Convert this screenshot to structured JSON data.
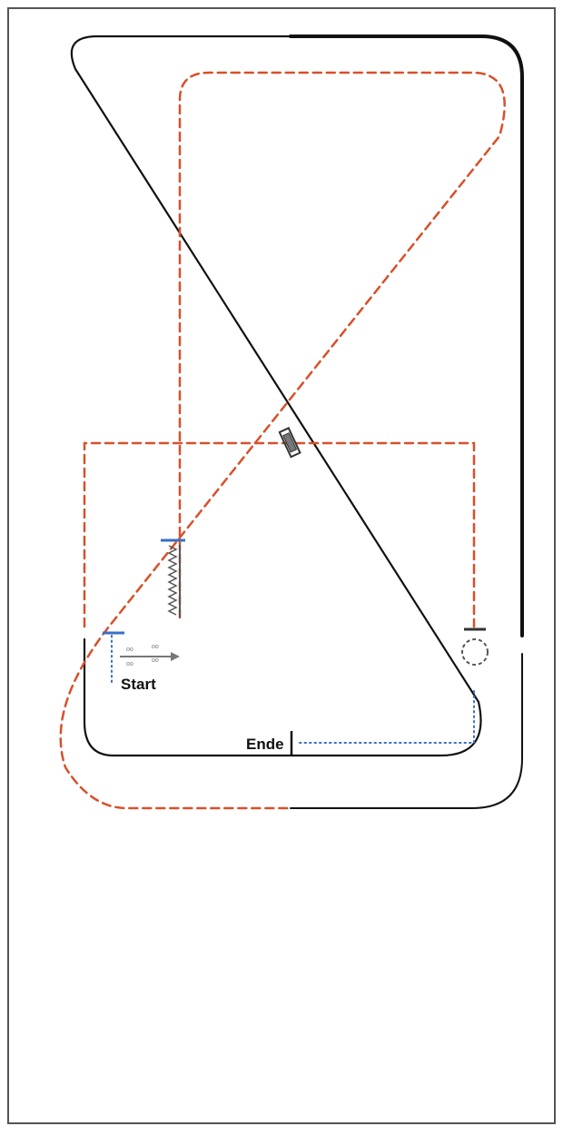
{
  "labels": {
    "start": "Start",
    "ende": "Ende",
    "marker_top_left": "oo",
    "marker_top_right": "oo",
    "marker_bottom_left": "oo",
    "marker_bottom_right": "oo"
  },
  "colors": {
    "border": "#555555",
    "track": "#111111",
    "dashed_route": "#d8502a",
    "dotted_route": "#3a6fc2",
    "start_marker": "#3a6fc2",
    "gate": "#333333",
    "labels": "#111111",
    "small_labels": "#777777"
  },
  "icons": {
    "arrow": "right-arrow-icon",
    "zigzag": "slalom-zigzag-icon",
    "circle": "turn-circle-icon",
    "gate": "center-gate-icon"
  }
}
